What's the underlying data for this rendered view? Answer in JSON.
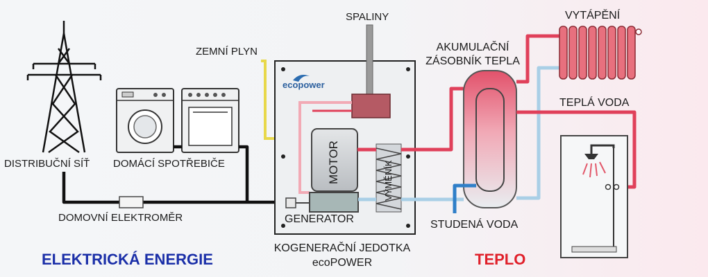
{
  "labels": {
    "grid": "DISTRIBUČNÍ SÍŤ",
    "appliances": "DOMÁCÍ SPOTŘEBIČE",
    "meter": "DOMOVNÍ ELEKTROMĚR",
    "gas": "ZEMNÍ PLYN",
    "flue": "SPALINY",
    "motor": "MOTOR",
    "exchanger": "VÝMĚNÍK",
    "generator": "GENERATOR",
    "unit_line1": "KOGENERAČNÍ JEDOTKA",
    "unit_line2": "ecoPOWER",
    "storage_line1": "AKUMULAČNÍ",
    "storage_line2": "ZÁSOBNÍK TEPLA",
    "heating": "VYTÁPĚNÍ",
    "hot_water": "TEPLÁ VODA",
    "cold_water": "STUDENÁ VODA",
    "brand": "ecopower"
  },
  "sections": {
    "electric": "ELEKTRICKÁ ENERGIE",
    "heat": "TEPLO"
  },
  "colors": {
    "electric_text": "#1b2fa8",
    "heat_text": "#e0202a",
    "hot_pipe": "#e0405a",
    "warm_pipe": "#f2aab5",
    "cold_pipe": "#a9cfe6",
    "cold_inlet": "#2f7fc8",
    "cable": "#111111",
    "gas_pipe": "#e8d84a"
  }
}
